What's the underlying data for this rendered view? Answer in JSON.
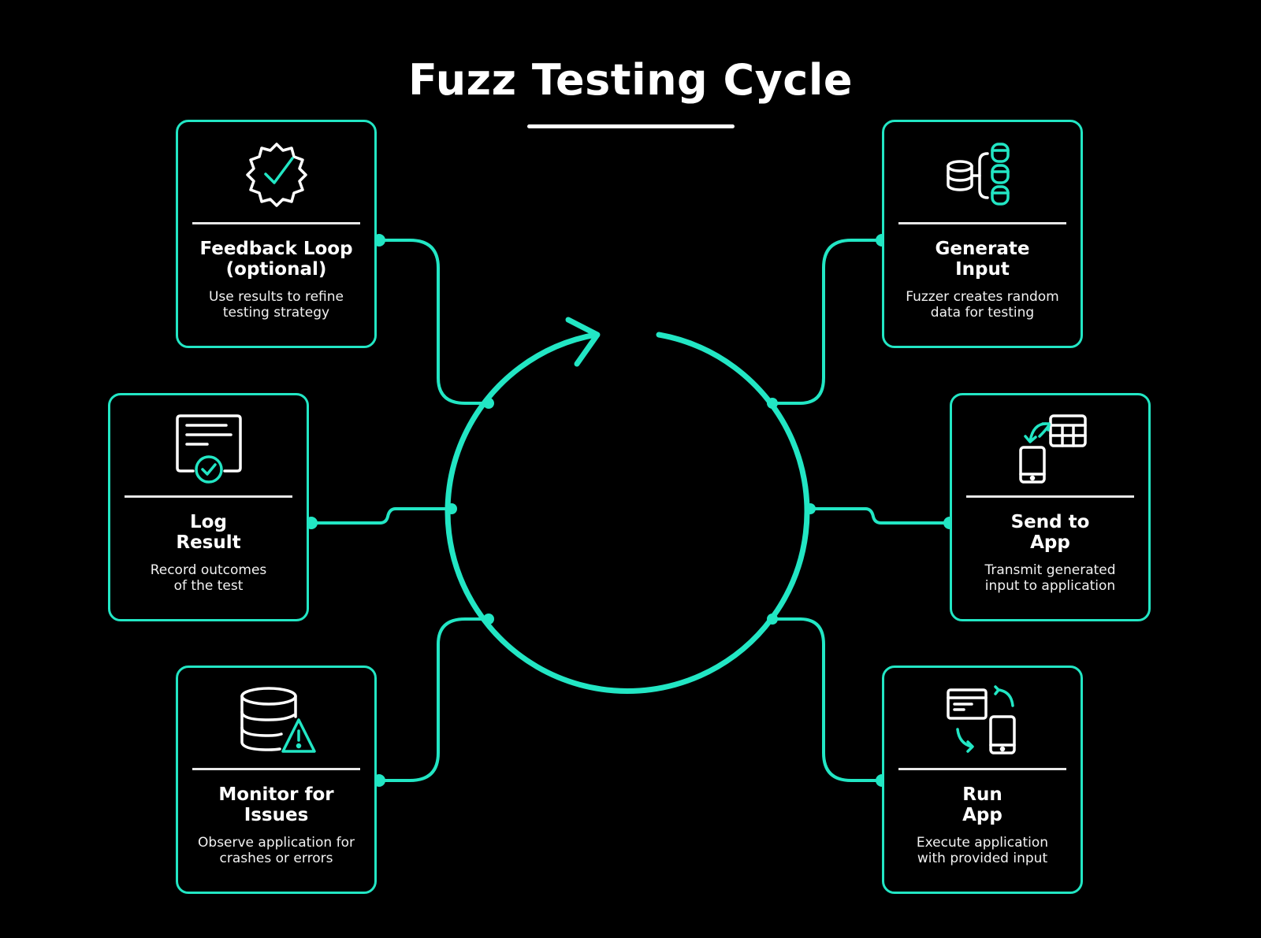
{
  "title": "Fuzz Testing Cycle",
  "colors": {
    "accent": "#22e6c4",
    "background": "#000000",
    "text": "#ffffff"
  },
  "steps": [
    {
      "heading": "Generate\nInput",
      "description": "Fuzzer creates random\ndata for testing",
      "icon": "database-split-icon"
    },
    {
      "heading": "Send to\nApp",
      "description": "Transmit generated\ninput to application",
      "icon": "phone-transfer-icon"
    },
    {
      "heading": "Run\nApp",
      "description": "Execute application\nwith provided input",
      "icon": "device-sync-icon"
    },
    {
      "heading": "Monitor for\nIssues",
      "description": "Observe application for\ncrashes or errors",
      "icon": "database-warning-icon"
    },
    {
      "heading": "Log\nResult",
      "description": "Record outcomes\nof the test",
      "icon": "certificate-check-icon"
    },
    {
      "heading": "Feedback Loop\n(optional)",
      "description": "Use results to refine\ntesting strategy",
      "icon": "badge-check-icon"
    }
  ]
}
